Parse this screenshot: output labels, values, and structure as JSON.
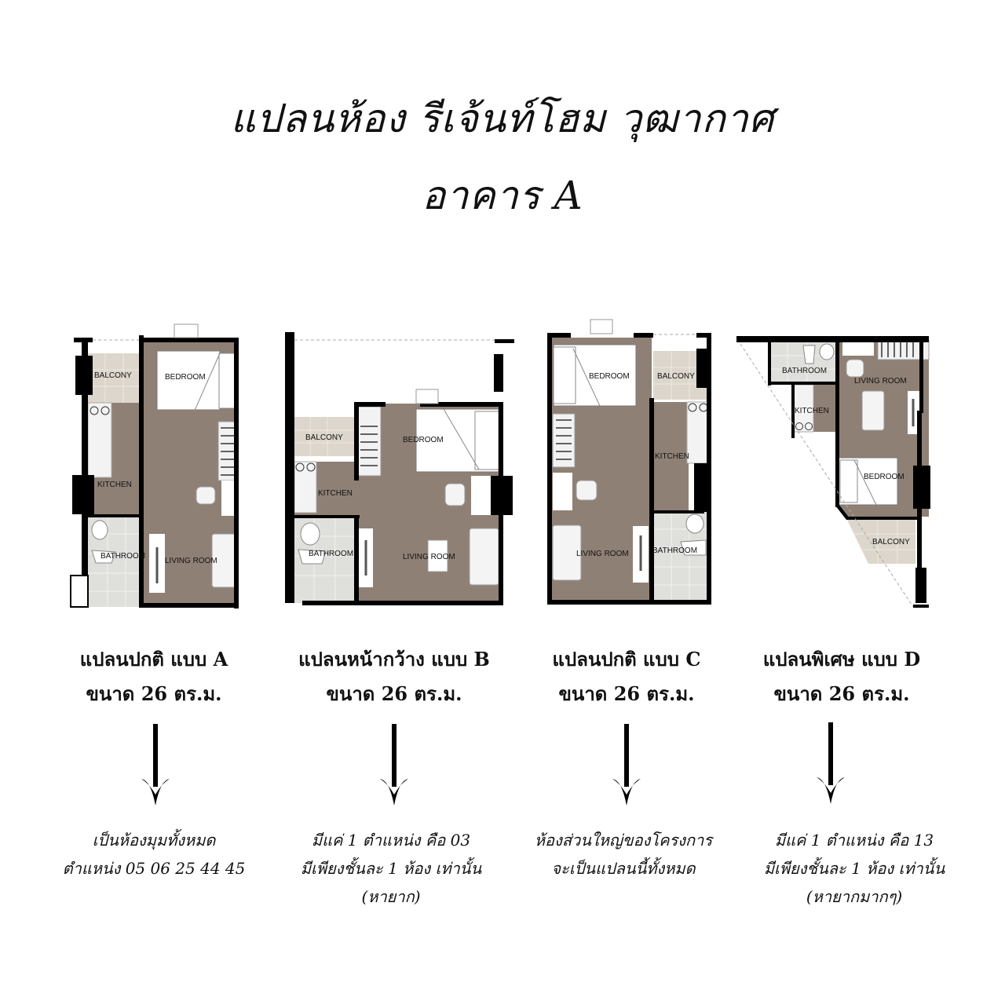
{
  "header": {
    "title_line1": "แปลนห้อง รีเจ้นท์โฮม วุฒากาศ",
    "title_line2": "อาคาร A"
  },
  "colors": {
    "floor_wood": "#8f8075",
    "balcony_tile": "#dcd6cc",
    "bathroom_tile": "#dfe0dc",
    "wall": "#000000",
    "text": "#111111"
  },
  "plans": [
    {
      "id": "A",
      "name": "แปลนปกติ แบบ A",
      "size": "ขนาด 26 ตร.ม.",
      "rooms": {
        "balcony": "BALCONY",
        "bedroom": "BEDROOM",
        "kitchen": "KITCHEN",
        "bathroom": "BATHROOM",
        "living": "LIVING ROOM"
      },
      "note_lines": [
        "เป็นห้องมุมทั้งหมด",
        "ตำแหน่ง 05 06 25 44 45"
      ]
    },
    {
      "id": "B",
      "name": "แปลนหน้ากว้าง แบบ B",
      "size": "ขนาด 26 ตร.ม.",
      "rooms": {
        "balcony": "BALCONY",
        "bedroom": "BEDROOM",
        "kitchen": "KITCHEN",
        "bathroom": "BATHROOM",
        "living": "LIVING ROOM"
      },
      "note_lines": [
        "มีแค่ 1 ตำแหน่ง คือ 03",
        "มีเพียงชั้นละ 1 ห้อง เท่านั้น",
        "(หายาก)"
      ]
    },
    {
      "id": "C",
      "name": "แปลนปกติ แบบ C",
      "size": "ขนาด 26 ตร.ม.",
      "rooms": {
        "balcony": "BALCONY",
        "bedroom": "BEDROOM",
        "kitchen": "KITCHEN",
        "bathroom": "BATHROOM",
        "living": "LIVING ROOM"
      },
      "note_lines": [
        "ห้องส่วนใหญ่ของโครงการ",
        "จะเป็นแปลนนี้ทั้งหมด"
      ]
    },
    {
      "id": "D",
      "name": "แปลนพิเศษ แบบ D",
      "size": "ขนาด 26 ตร.ม.",
      "rooms": {
        "balcony": "BALCONY",
        "bedroom": "BEDROOM",
        "kitchen": "KITCHEN",
        "bathroom": "BATHROOM",
        "living": "LIVING ROOM"
      },
      "note_lines": [
        "มีแค่ 1 ตำแหน่ง คือ 13",
        "มีเพียงชั้นละ 1 ห้อง เท่านั้น",
        "(หายากมากๆ)"
      ]
    }
  ]
}
